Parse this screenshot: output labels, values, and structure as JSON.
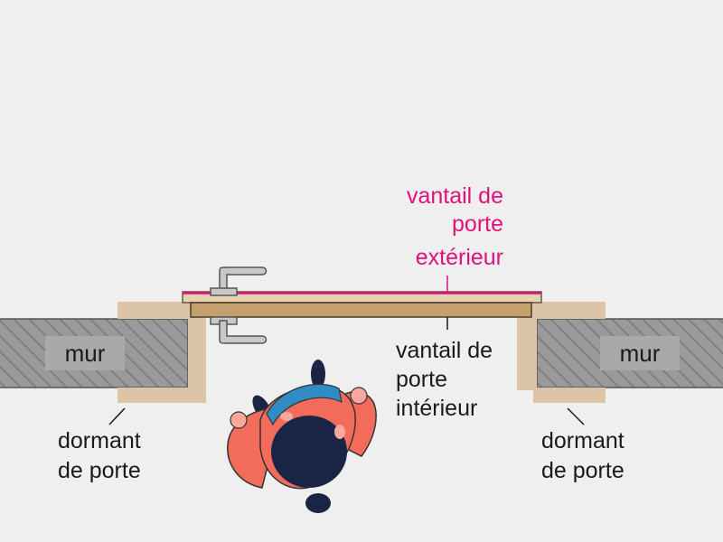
{
  "labels": {
    "mur_left": "mur",
    "mur_right": "mur",
    "exterior_leaf": [
      "vantail de",
      "porte",
      "extérieur"
    ],
    "interior_leaf": [
      "vantail de",
      "porte",
      "intérieur"
    ],
    "frame_left": [
      "dormant",
      "de porte"
    ],
    "frame_right": [
      "dormant",
      "de porte"
    ]
  },
  "colors": {
    "background": "#efefef",
    "wall_fill": "#9a9a9a",
    "wall_hatch": "#7d7d7d",
    "label_box": "#a9a9a9",
    "frame": "#dcc4a6",
    "interior_leaf": "#c4a06e",
    "exterior_leaf_fill": "#e8d2b4",
    "exterior_accent": "#e0107c",
    "handle": "#c8c8c8",
    "person_hair": "#1a2545",
    "person_shirt": "#f26b5b",
    "person_bag": "#2f8cc4",
    "text": "#1a1a1a"
  },
  "icons": {
    "handle": "door-handle-icon",
    "person": "person-top-view-icon"
  }
}
